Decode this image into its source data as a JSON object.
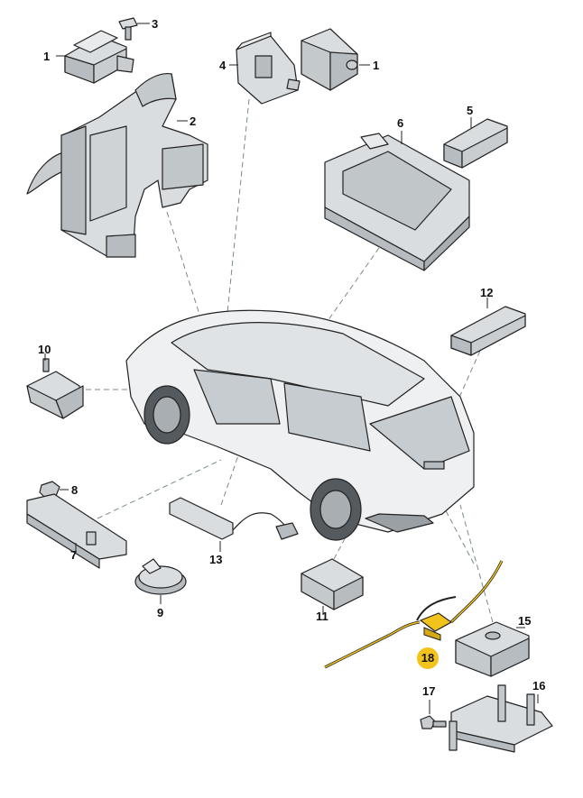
{
  "colors": {
    "highlight": "#f2c31b",
    "part_fill": "#d9dde0",
    "part_shade": "#b7bcc0",
    "leader_line": "#7a8a8f"
  },
  "callouts": {
    "c1a": "1",
    "c1b": "1",
    "c2": "2",
    "c3": "3",
    "c4": "4",
    "c5": "5",
    "c6": "6",
    "c7": "7",
    "c8": "8",
    "c9": "9",
    "c10": "10",
    "c11": "11",
    "c12": "12",
    "c13": "13",
    "c15": "15",
    "c16": "16",
    "c17": "17",
    "c18": "18"
  },
  "highlighted_part": "18"
}
